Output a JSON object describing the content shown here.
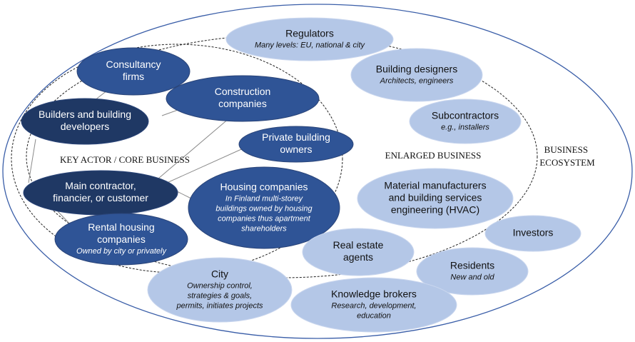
{
  "region_labels": {
    "core": "KEY ACTOR / CORE BUSINESS",
    "enlarged": "ENLARGED BUSINESS",
    "ecosystem": [
      "BUSINESS",
      "ECOSYSTEM"
    ]
  },
  "colors": {
    "dark": "#1f3864",
    "medium": "#2f5496",
    "light": "#b4c7e7",
    "outline": "#3a5ea8"
  },
  "nodes": {
    "consultancy": {
      "title": [
        "Consultancy",
        "firms"
      ],
      "sub": []
    },
    "builders": {
      "title": [
        "Builders and building",
        "developers"
      ],
      "sub": []
    },
    "construction": {
      "title": [
        "Construction",
        "companies"
      ],
      "sub": []
    },
    "private_owners": {
      "title": [
        "Private building",
        "owners"
      ],
      "sub": []
    },
    "main_contractor": {
      "title": [
        "Main contractor,",
        "financier, or customer"
      ],
      "sub": []
    },
    "housing": {
      "title": [
        "Housing companies"
      ],
      "sub": [
        "In Finland multi-storey",
        "buildings owned by housing",
        "companies thus apartment",
        "shareholders"
      ]
    },
    "rental": {
      "title": [
        "Rental housing",
        "companies"
      ],
      "sub": [
        "Owned by city or privately"
      ]
    },
    "regulators": {
      "title": [
        "Regulators"
      ],
      "sub": [
        "Many levels: EU, national & city"
      ]
    },
    "designers": {
      "title": [
        "Building designers"
      ],
      "sub": [
        "Architects, engineers"
      ]
    },
    "subcontractors": {
      "title": [
        "Subcontractors"
      ],
      "sub": [
        "e.g., installers"
      ]
    },
    "material": {
      "title": [
        "Material manufacturers",
        "and building services",
        "engineering (HVAC)"
      ],
      "sub": []
    },
    "investors": {
      "title": [
        "Investors"
      ],
      "sub": []
    },
    "real_estate": {
      "title": [
        "Real estate",
        "agents"
      ],
      "sub": []
    },
    "residents": {
      "title": [
        "Residents"
      ],
      "sub": [
        "New and old"
      ]
    },
    "city": {
      "title": [
        "City"
      ],
      "sub": [
        "Ownership control,",
        "strategies & goals,",
        "permits, initiates projects"
      ]
    },
    "knowledge": {
      "title": [
        "Knowledge brokers"
      ],
      "sub": [
        "Research, development,",
        "education"
      ]
    }
  }
}
